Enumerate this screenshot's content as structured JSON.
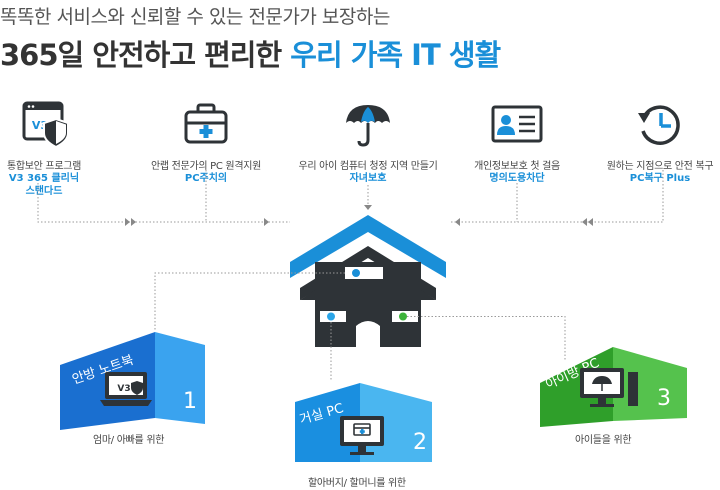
{
  "headline": {
    "line1": "똑똑한 서비스와 신뢰할 수 있는 전문가가 보장하는",
    "line2_prefix": "365일 안전하고 편리한 ",
    "line2_accent": "우리 가족 IT 생활"
  },
  "services": [
    {
      "icon": "v3-shield-icon",
      "line1": "통합보안 프로그램",
      "line2": "V3 365 클리닉",
      "line3": "스탠다드"
    },
    {
      "icon": "first-aid-kit-icon",
      "line1": "안랩 전문가의 PC 원격지원",
      "line2": "PC주치의",
      "line3": ""
    },
    {
      "icon": "umbrella-icon",
      "line1": "우리 아이 컴퓨터 청정 지역 만들기",
      "line2": "자녀보호",
      "line3": ""
    },
    {
      "icon": "id-card-icon",
      "line1": "개인정보보호 첫 걸음",
      "line2": "명의도용차단",
      "line3": ""
    },
    {
      "icon": "clock-restore-icon",
      "line1": "원하는 지점으로 안전 복구",
      "line2": "PC복구 Plus",
      "line3": ""
    }
  ],
  "v3_icon_text": "V3",
  "rooms": [
    {
      "label": "안방 노트북",
      "number": "1",
      "caption": "엄마/ 아빠를 위한",
      "color": "#1a8fe0"
    },
    {
      "label": "거실 PC",
      "number": "2",
      "caption": "할아버지/ 할머니를 위한",
      "color": "#2aa5e8"
    },
    {
      "label": "아이방 PC",
      "number": "3",
      "caption": "아이들을 위한",
      "color": "#3cb33a"
    }
  ],
  "colors": {
    "accent": "#1a8fd8",
    "house": "#2e3337",
    "roof_outline": "#1a8fd8"
  }
}
